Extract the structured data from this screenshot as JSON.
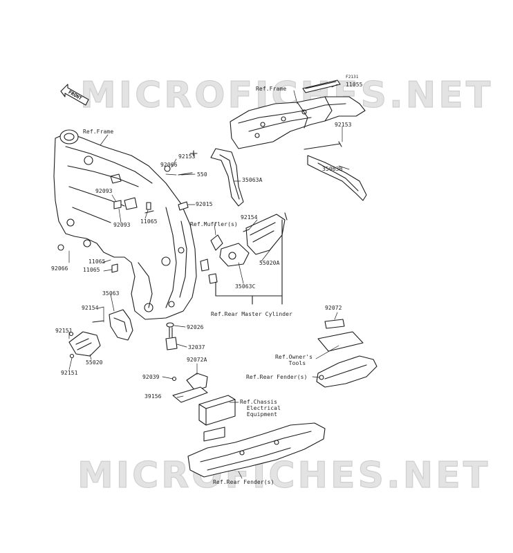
{
  "watermark": {
    "text": "MICROFICHES.NET"
  },
  "front_badge": {
    "text": "FRONT"
  },
  "diagram_code": "F2131",
  "labels": {
    "ref_frame_top": "Ref.Frame",
    "p11055": "11055",
    "p92153_right": "92153",
    "p35063B": "35063B",
    "ref_frame_left": "Ref.Frame",
    "p92153_mid": "92153",
    "p92066_top": "92066",
    "p550": "550",
    "p92015": "92015",
    "p35063A": "35063A",
    "p92093_a": "92093",
    "p92093_b": "92093",
    "p11065_a": "11065",
    "ref_muffler": "Ref.Muffler(s)",
    "p92154_top": "92154",
    "p55020A": "55020A",
    "p35063C": "35063C",
    "p92066_left": "92066",
    "p11065_b": "11065",
    "p11065_c": "11065",
    "p35063": "35063",
    "p92154_left": "92154",
    "ref_rear_master": "Ref.Rear Master Cylinder",
    "p92026": "92026",
    "p92151_a": "92151",
    "p32037": "32037",
    "p55020": "55020",
    "p92151_b": "92151",
    "p92072": "92072",
    "p92072A": "92072A",
    "p92039": "92039",
    "ref_owners": "Ref.Owner's\n    Tools",
    "ref_rear_fender_r": "Ref.Rear Fender(s)",
    "p39156": "39156",
    "ref_chassis": "Ref.Chassis\n  Electrical\n  Equipment",
    "ref_rear_fender_b": "Ref.Rear Fender(s)"
  }
}
